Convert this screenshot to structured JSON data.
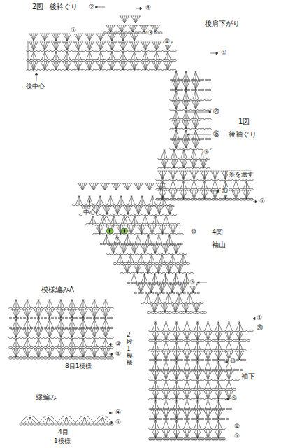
{
  "diagram": {
    "labels": [
      "2図",
      "後衿ぐり",
      "②",
      "④",
      "①",
      "③",
      "②",
      "後肩下がり",
      "①",
      "後中心",
      "⑳",
      "⑮",
      "⑤",
      "1図",
      "後袖ぐり",
      "糸を渡す",
      "①",
      "⑯",
      "中心",
      "⑩",
      "4図",
      "袖山",
      "⑤",
      "①",
      "⑳",
      "⑩",
      "袖下",
      "⑤",
      "②",
      "①",
      "模様編みA",
      "②",
      "①",
      "2段1模様",
      "8目1模様",
      "縁編み",
      "④",
      "①",
      "4目",
      "1模様"
    ]
  }
}
